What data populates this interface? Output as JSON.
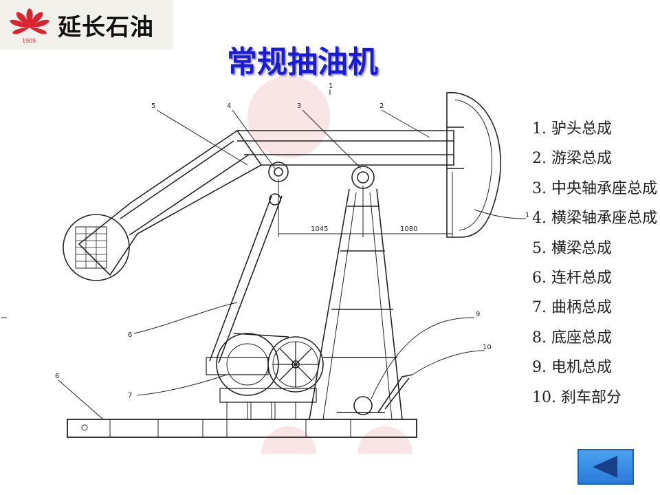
{
  "brand": {
    "name": "延长石油",
    "logo_year": "1905",
    "accent_color": "#d7262f"
  },
  "title": "常规抽油机",
  "title_color": "#1a1ad8",
  "diagram": {
    "dimensions": [
      "1045",
      "1080"
    ],
    "callouts": [
      "5",
      "4",
      "3",
      "2",
      "1",
      "6",
      "7",
      "9",
      "10",
      "1",
      "6"
    ]
  },
  "legend": [
    "1. 驴头总成",
    "2. 游梁总成",
    "3. 中央轴承座总成",
    "4. 横梁轴承座总成",
    "5. 横梁总成",
    "6. 连杆总成",
    "7. 曲柄总成",
    "8. 底座总成",
    "9. 电机总成",
    "10. 刹车部分"
  ],
  "navigation": {
    "back_icon": "triangle-left-icon"
  }
}
